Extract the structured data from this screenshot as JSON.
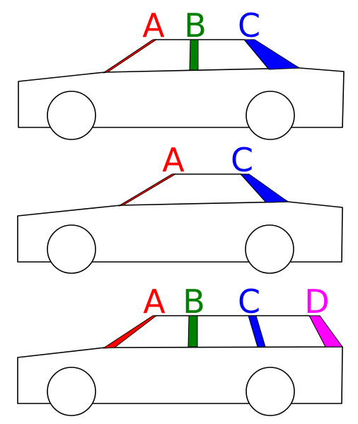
{
  "colors": {
    "A": "#ff0000",
    "B": "#008000",
    "C": "#0000ff",
    "D": "#ff00ff",
    "outline": "#000000",
    "background": "#ffffff"
  },
  "cars": [
    {
      "type": "sedan",
      "pillars": [
        "A",
        "B",
        "C"
      ]
    },
    {
      "type": "coupe",
      "pillars": [
        "A",
        "C"
      ]
    },
    {
      "type": "wagon",
      "pillars": [
        "A",
        "B",
        "C",
        "D"
      ]
    }
  ],
  "labels": {
    "car1": {
      "a": "A",
      "b": "B",
      "c": "C"
    },
    "car2": {
      "a": "A",
      "c": "C"
    },
    "car3": {
      "a": "A",
      "b": "B",
      "c": "C",
      "d": "D"
    }
  }
}
